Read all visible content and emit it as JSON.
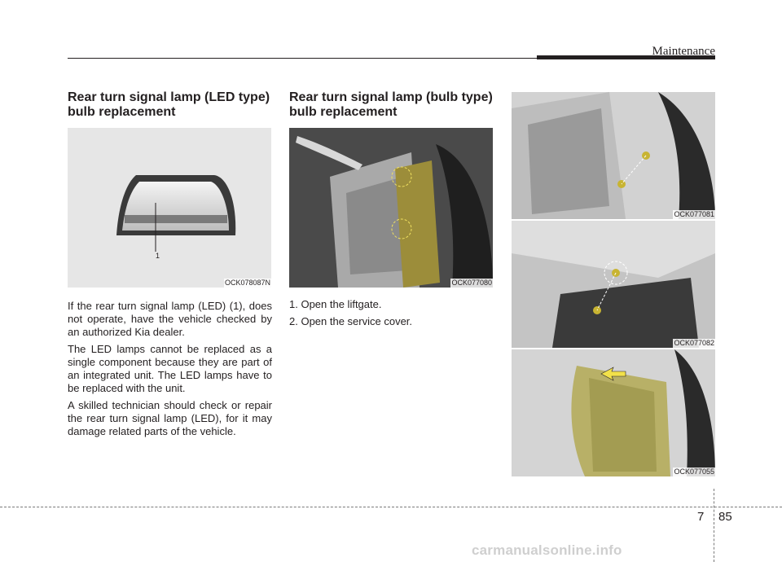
{
  "header": {
    "section": "Maintenance"
  },
  "left": {
    "heading": "Rear turn signal lamp (LED type) bulb replacement",
    "figure_code": "OCK078087N",
    "callout": "1",
    "paragraphs": [
      "If the rear turn signal lamp (LED) (1), does not operate, have the vehicle checked by an authorized Kia dealer.",
      "The LED lamps cannot be replaced as a single component because they are part of an integrated unit. The LED lamps have to be replaced with the unit.",
      "A skilled technician should check or repair the rear turn signal lamp (LED), for it may damage related parts of the vehicle."
    ]
  },
  "middle": {
    "heading": "Rear turn signal lamp (bulb type) bulb replacement",
    "figure_code": "OCK077080",
    "steps": [
      "1. Open the liftgate.",
      "2. Open the service cover."
    ]
  },
  "right": {
    "figures": [
      {
        "code": "OCK077081"
      },
      {
        "code": "OCK077082"
      },
      {
        "code": "OCK077055"
      }
    ]
  },
  "footer": {
    "chapter": "7",
    "page": "85",
    "watermark": "carmanualsonline.info"
  }
}
